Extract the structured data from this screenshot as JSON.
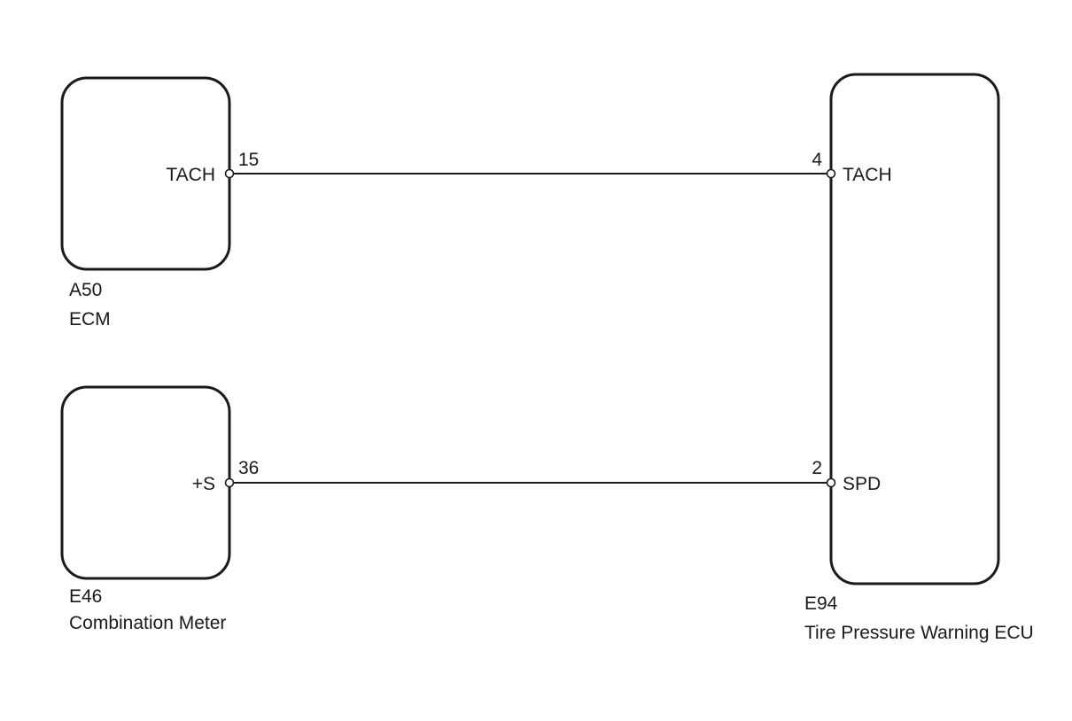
{
  "components": {
    "ecm": {
      "code": "A50",
      "name": "ECM",
      "terminal": {
        "label": "TACH",
        "pin": "15"
      }
    },
    "meter": {
      "code": "E46",
      "name": "Combination Meter",
      "terminal": {
        "label": "+S",
        "pin": "36"
      }
    },
    "tpw_ecu": {
      "code": "E94",
      "name": "Tire Pressure Warning ECU",
      "terminals": {
        "tach": {
          "label": "TACH",
          "pin": "4"
        },
        "spd": {
          "label": "SPD",
          "pin": "2"
        }
      }
    }
  },
  "connections": [
    {
      "from": "A50 TACH (15)",
      "to": "E94 TACH (4)"
    },
    {
      "from": "E46 +S (36)",
      "to": "E94 SPD (2)"
    }
  ],
  "colors": {
    "line": "#1a1a1a",
    "background": "#ffffff"
  }
}
